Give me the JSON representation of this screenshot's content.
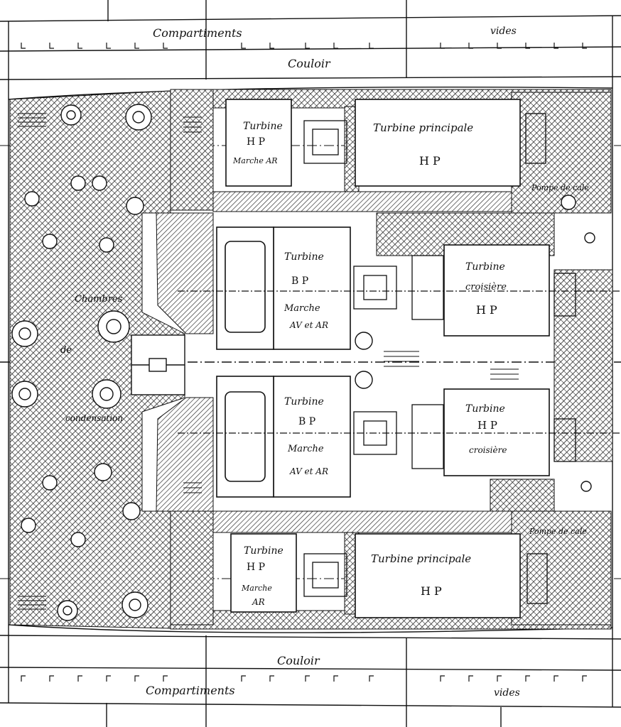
{
  "labels": {
    "top_compartments": "Compartiments",
    "top_vides": "vides",
    "top_couloir": "Couloir",
    "bottom_compartments": "Compartiments",
    "bottom_vides": "vides",
    "bottom_couloir": "Couloir",
    "chambres": "Chambres",
    "de": "de",
    "condensation": "condensation",
    "pompe_top": "Pompe de cale",
    "pompe_bottom": "Pompe de cale"
  },
  "turbines": {
    "hp_top_small": {
      "line1": "Turbine",
      "line2": "H P",
      "line3": "Marche AR"
    },
    "principale_top": {
      "line1": "Turbine principale",
      "line2": "H P"
    },
    "bp_top": {
      "line1": "Turbine",
      "line2": "B P",
      "line3": "Marche",
      "line4": "AV et AR"
    },
    "croisiere_top": {
      "line1": "Turbine",
      "line2": "croisière",
      "line3": "H P"
    },
    "bp_bottom": {
      "line1": "Turbine",
      "line2": "B P",
      "line3": "Marche",
      "line4": "AV et AR"
    },
    "croisiere_bottom": {
      "line1": "Turbine",
      "line2": "H P",
      "line3": "croisière"
    },
    "hp_bottom_small": {
      "line1": "Turbine",
      "line2": "H P",
      "line3": "Marche",
      "line4": "AR"
    },
    "principale_bottom": {
      "line1": "Turbine principale",
      "line2": "H P"
    }
  }
}
